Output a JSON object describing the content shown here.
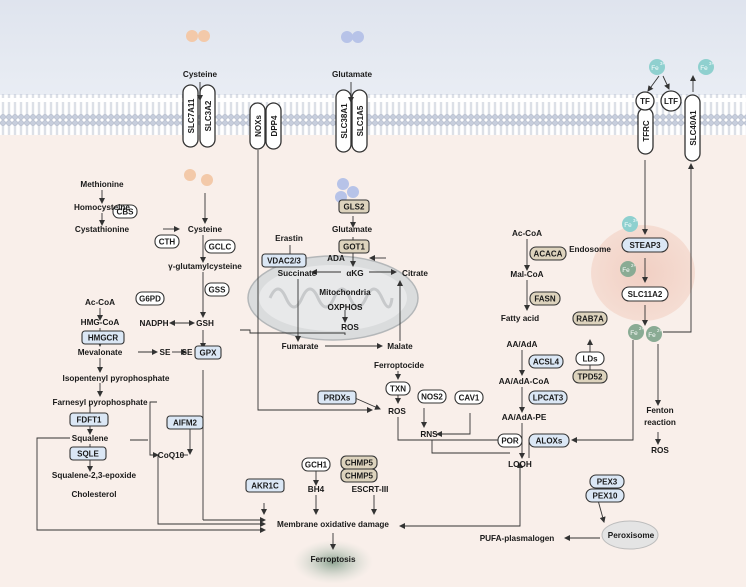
{
  "colors": {
    "membrane": "#cfd5e3",
    "extracellular": "#e6eaf2",
    "cytoplasm": "#f9efea",
    "blue_protein": "#dbe7f5",
    "tan_protein": "#ddd3bd",
    "iron": "#8fd0cf"
  },
  "labels": {
    "cysteine_out": "Cysteine",
    "glutamate_out": "Glutamate",
    "slc7a11": "SLC7A11",
    "slc3a2": "SLC3A2",
    "noxs": "NOXs",
    "dpp4": "DPP4",
    "slc38a1": "SLC38A1",
    "slc1a5": "SLC1A5",
    "tf": "TF",
    "ltf": "LTF",
    "tfrc": "TFRC",
    "slc40a1": "SLC40A1",
    "fe": "Fe",
    "fe_charge": "3+",
    "fe2_charge": "2+",
    "methionine": "Methionine",
    "homocysteine": "Homocysteine",
    "cbs": "CBS",
    "cystathionine": "Cystathionine",
    "cth": "CTH",
    "cysteine_in": "Cysteine",
    "gclc": "GCLC",
    "gamma_glu": "γ-glutamylcysteine",
    "gss": "GSS",
    "g6pd": "G6PD",
    "nadph": "NADPH",
    "gsh": "GSH",
    "acoa1": "Ac-CoA",
    "hmgcoa": "HMG-CoA",
    "hmgcr": "HMGCR",
    "mevalonate": "Mevalonate",
    "se1": "SE",
    "se2": "SE",
    "gpx": "GPX",
    "ipp": "Isopentenyl pyrophosphate",
    "fpp": "Farnesyl pyrophosphate",
    "fdft1": "FDFT1",
    "squalene": "Squalene",
    "sqle": "SQLE",
    "sq_epox": "Squalene-2,3-epoxide",
    "cholesterol": "Cholesterol",
    "aifm2": "AIFM2",
    "coq10": "CoQ10",
    "gls2": "GLS2",
    "glutamate_in": "Glutamate",
    "erastin": "Erastin",
    "got1": "GOT1",
    "vdac": "VDAC2/3",
    "ada": "ADA",
    "succinate": "Succinate",
    "akg": "αKG",
    "citrate": "Citrate",
    "mito": "Mitochondria",
    "oxphos": "OXPHOS",
    "ros_mito": "ROS",
    "fumarate": "Fumarate",
    "malate": "Malate",
    "ferroptocide": "Ferroptocide",
    "txn": "TXN",
    "prdxs": "PRDXs",
    "ros_mid": "ROS",
    "nos2": "NOS2",
    "rns": "RNS",
    "cav1": "CAV1",
    "acoa2": "Ac-CoA",
    "acaca": "ACACA",
    "malcoa": "Mal-CoA",
    "fasn": "FASN",
    "fattyacid": "Fatty acid",
    "aa": "AA/AdA",
    "acsl4": "ACSL4",
    "aacoa": "AA/AdA-CoA",
    "lpcat3": "LPCAT3",
    "aape": "AA/AdA-PE",
    "por": "POR",
    "aloxs": "ALOXs",
    "looh": "LOOH",
    "endosome": "Endosome",
    "steap3": "STEAP3",
    "slc11a2": "SLC11A2",
    "rab7a": "RAB7A",
    "lds": "LDs",
    "tpd52": "TPD52",
    "fenton1": "Fenton",
    "fenton2": "reaction",
    "ros_fenton": "ROS",
    "akr1c": "AKR1C",
    "gch1": "GCH1",
    "bh4": "BH4",
    "chmp5a": "CHMP5",
    "chmp5b": "CHMP5",
    "escrt": "ESCRT-III",
    "membrane_damage": "Membrane oxidative damage",
    "ferroptosis": "Ferroptosis",
    "pex3": "PEX3",
    "pex10": "PEX10",
    "peroxisome": "Peroxisome",
    "pufa": "PUFA-plasmalogen"
  }
}
